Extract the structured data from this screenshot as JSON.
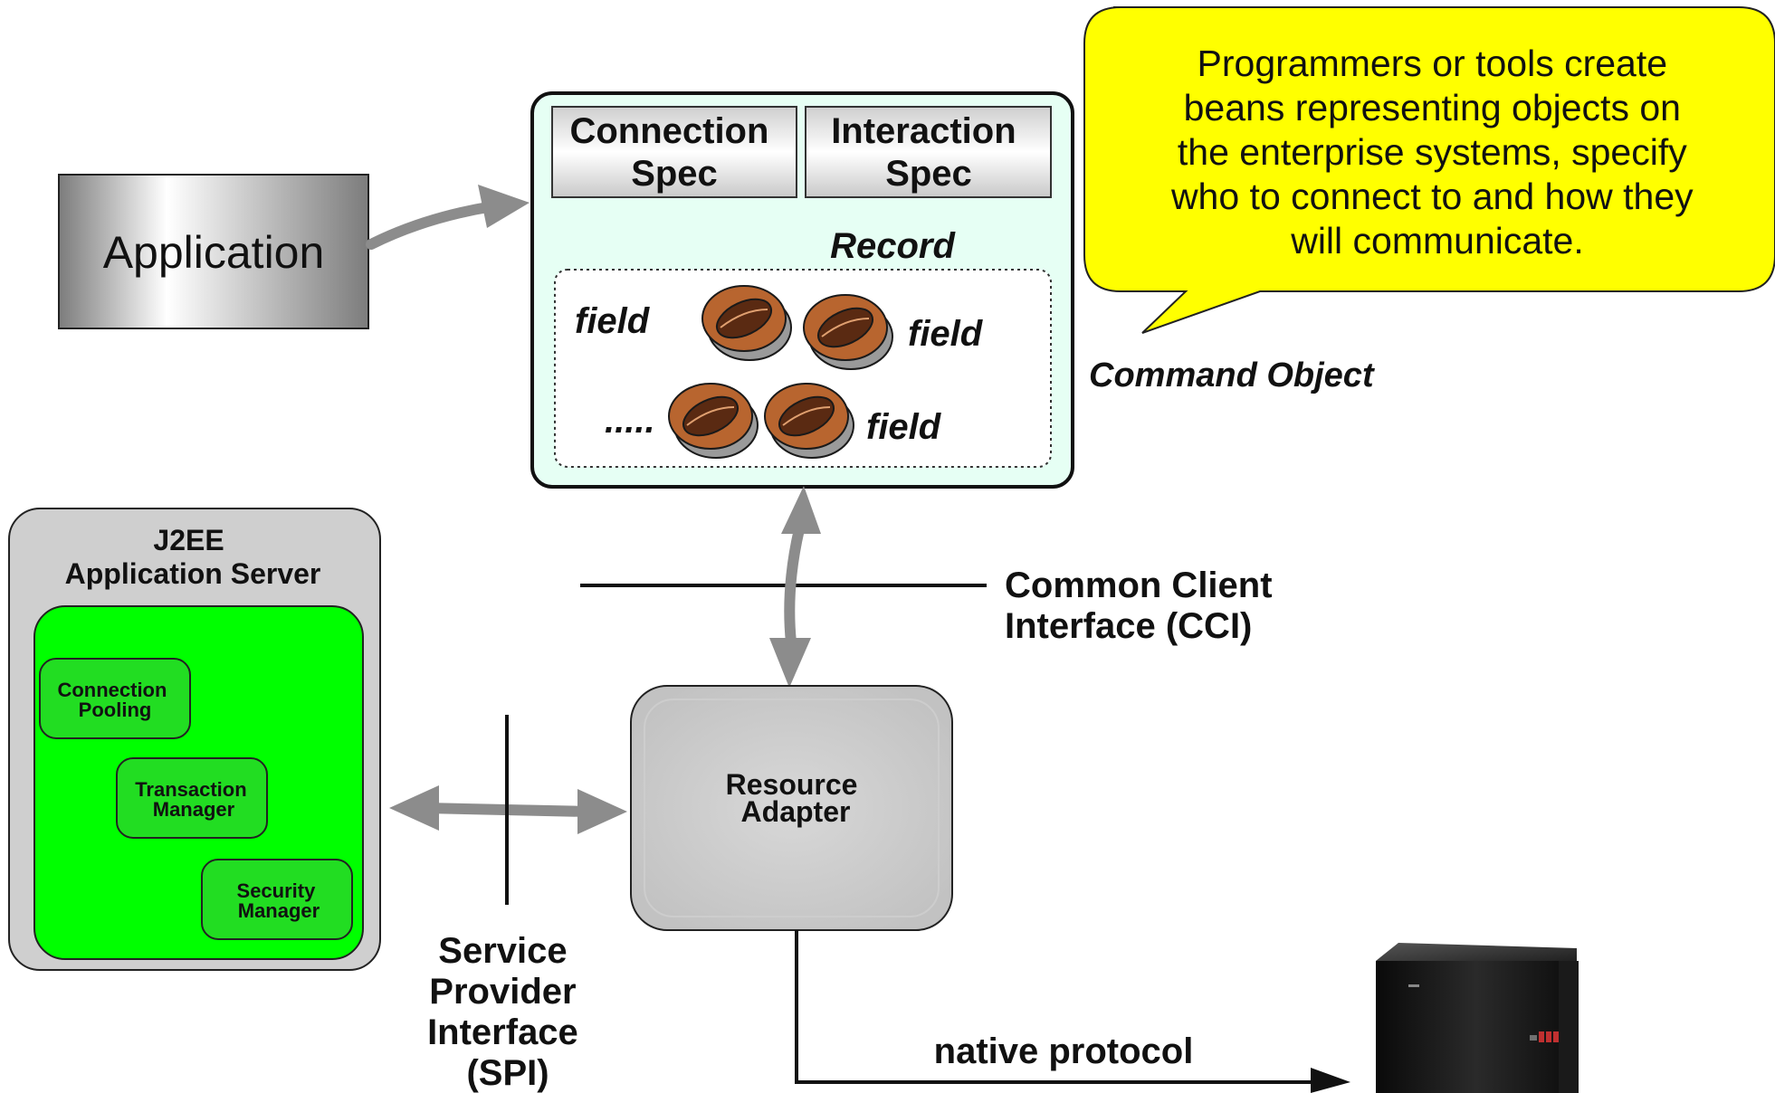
{
  "callout": {
    "lines": [
      "Programmers or tools create",
      "beans representing objects on",
      "the enterprise systems, specify",
      "who to connect to and how they",
      "will communicate."
    ]
  },
  "application_label": "Application",
  "command_object": {
    "caption": "Command Object",
    "connection_spec": [
      "Connection",
      "Spec"
    ],
    "interaction_spec": [
      "Interaction",
      "Spec"
    ],
    "record_label": "Record",
    "field_1": "field",
    "field_2": "field",
    "field_3": "field",
    "ellipsis": "....."
  },
  "cci_label": [
    "Common Client",
    "Interface (CCI)"
  ],
  "app_server": {
    "title": [
      "J2EE",
      "Application Server"
    ],
    "connection_pooling": [
      "Connection",
      "Pooling"
    ],
    "transaction_manager": [
      "Transaction",
      "Manager"
    ],
    "security_manager": [
      "Security",
      "Manager"
    ]
  },
  "resource_adapter": [
    "Resource",
    "Adapter"
  ],
  "spi_label": [
    "Service",
    "Provider",
    "Interface",
    "(SPI)"
  ],
  "native_protocol": "native protocol",
  "colors": {
    "callout_fill": "#ffff00",
    "command_fill": "#e6fff4",
    "server_green": "#00ff00",
    "arrow_gray": "#8c8c8c",
    "bean_brown": "#a85a2a"
  }
}
